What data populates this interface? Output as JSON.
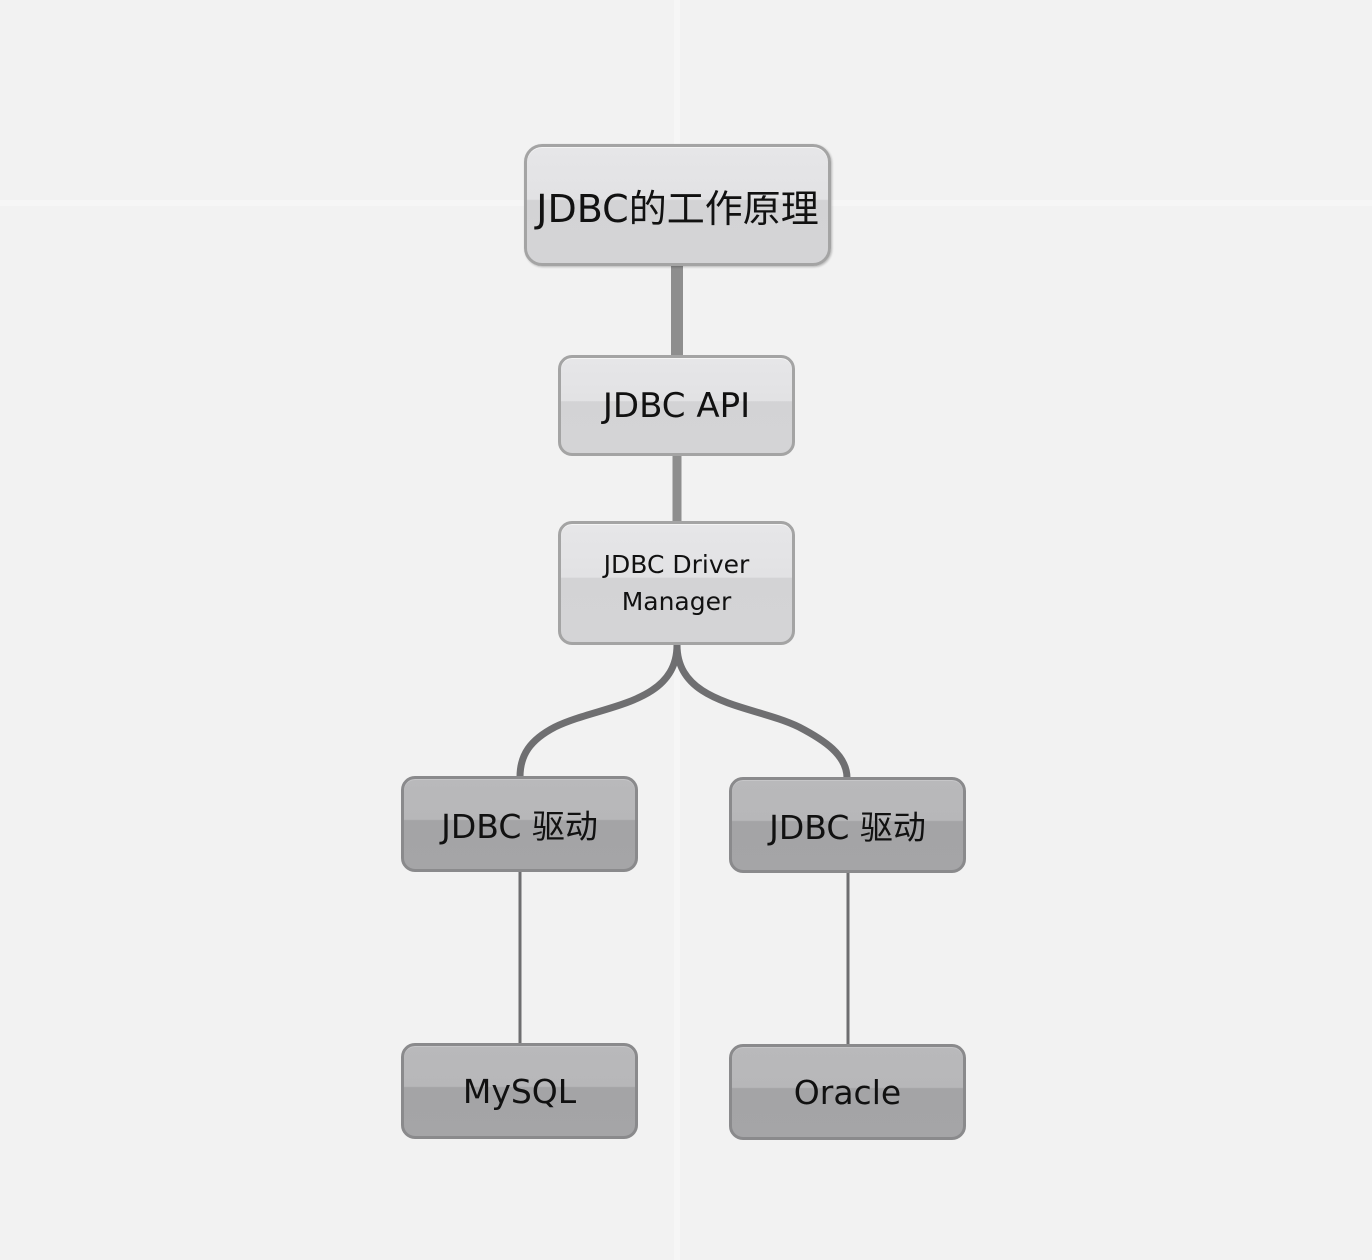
{
  "diagram": {
    "root": {
      "label": "JDBC的工作原理"
    },
    "api": {
      "label": "JDBC API"
    },
    "driver_manager": {
      "label_line1": "JDBC Driver",
      "label_line2": "Manager"
    },
    "drivers": [
      {
        "label": "JDBC 驱动",
        "database": "MySQL"
      },
      {
        "label": "JDBC 驱动",
        "database": "Oracle"
      }
    ]
  },
  "colors": {
    "background": "#f2f2f2",
    "link_thick": "#8e8e8e",
    "link_curve": "#6f6f71",
    "link_thin": "#6e6e70",
    "node_light": "#e2e2e4",
    "node_dark": "#a5a5a7"
  }
}
